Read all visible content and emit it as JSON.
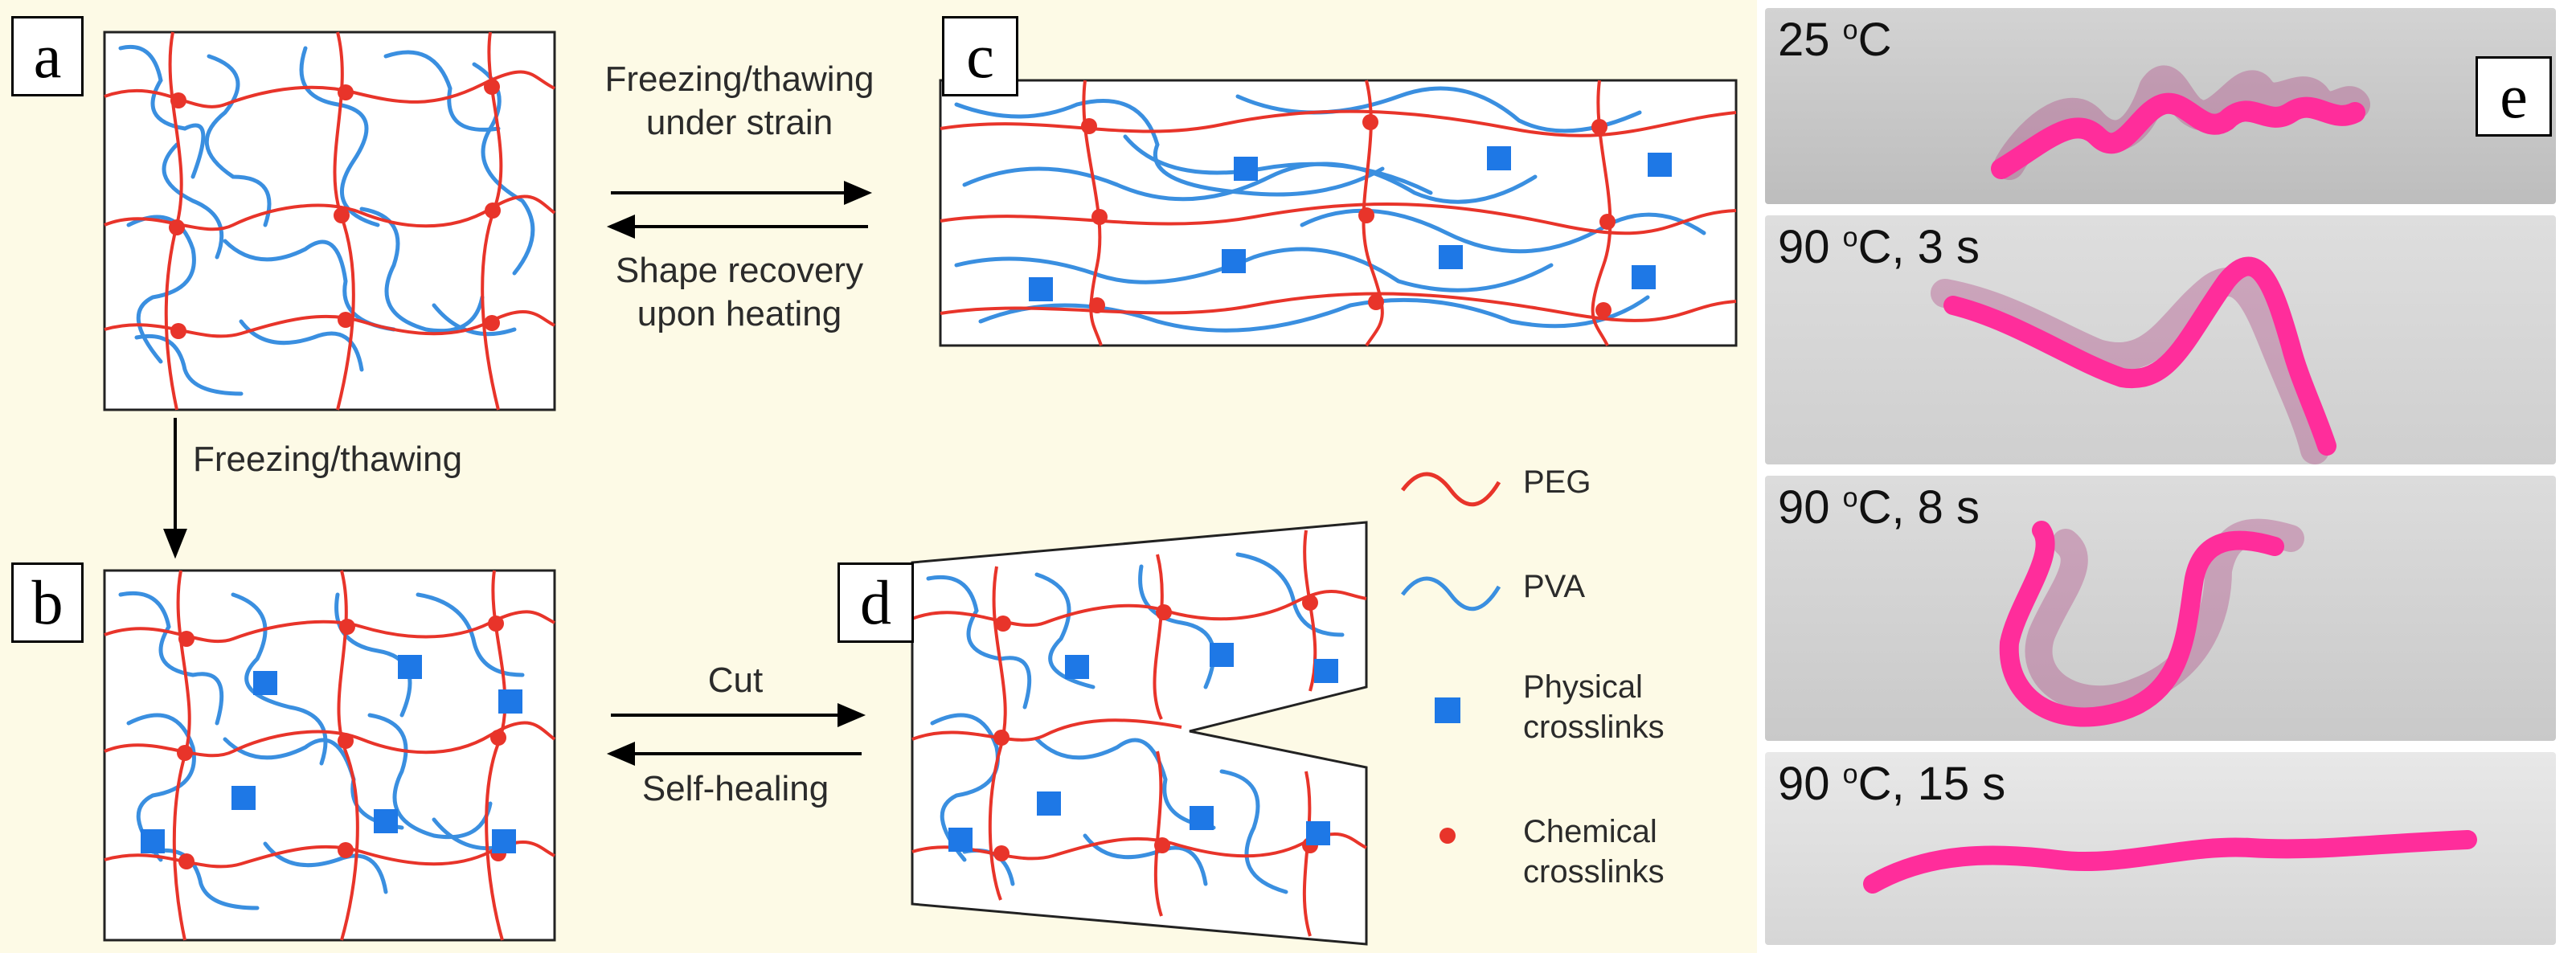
{
  "panels": {
    "a": "a",
    "b": "b",
    "c": "c",
    "d": "d",
    "e": "e"
  },
  "arrows": {
    "top_forward_line1": "Freezing/thawing",
    "top_forward_line2": "under strain",
    "top_reverse_line1": "Shape recovery",
    "top_reverse_line2": "upon heating",
    "vertical": "Freezing/thawing",
    "bottom_forward": "Cut",
    "bottom_reverse": "Self-healing"
  },
  "legend": {
    "peg": "PEG",
    "pva": "PVA",
    "physical_line1": "Physical",
    "physical_line2": "crosslinks",
    "chemical_line1": "Chemical",
    "chemical_line2": "crosslinks"
  },
  "photos": [
    {
      "temp": "25",
      "unit": "C",
      "time": ""
    },
    {
      "temp": "90",
      "unit": "C",
      "time": ", 3 s"
    },
    {
      "temp": "90",
      "unit": "C",
      "time": ", 8 s"
    },
    {
      "temp": "90",
      "unit": "C",
      "time": ", 15 s"
    }
  ],
  "degree_symbol": "o",
  "colors": {
    "background": "#fdfae6",
    "peg": "#e8342a",
    "pva": "#3a8fe0",
    "physical_crosslink": "#1e78e6",
    "chemical_crosslink": "#e8342a",
    "sample": "#ff2d9b"
  }
}
